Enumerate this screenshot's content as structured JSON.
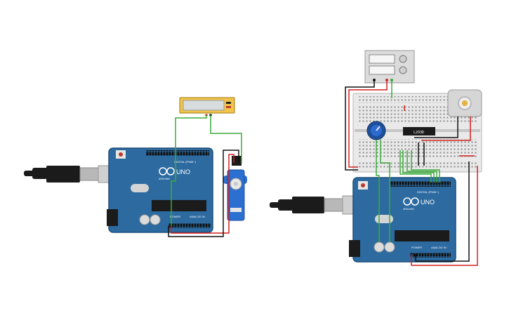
{
  "boards": [
    {
      "logo": "ARDUINO",
      "model": "UNO",
      "header_label": "DIGITAL (PWM~)",
      "power_label": "POWER",
      "analog_label": "ANALOG IN"
    },
    {
      "logo": "ARDUINO",
      "model": "UNO",
      "header_label": "DIGITAL (PWM~)",
      "power_label": "POWER",
      "analog_label": "ANALOG IN"
    }
  ],
  "ic": {
    "label": "L293D"
  },
  "colors": {
    "board": "#2c6aa0",
    "wire_red": "#d32020",
    "wire_black": "#111111",
    "wire_green": "#3cab3c",
    "breadboard": "#e9e9e9",
    "multimeter": "#f2c44a"
  },
  "icons": [
    "usb-cable-icon",
    "servo-icon",
    "dc-motor-icon",
    "potentiometer-icon",
    "power-supply-icon",
    "multimeter-icon"
  ]
}
